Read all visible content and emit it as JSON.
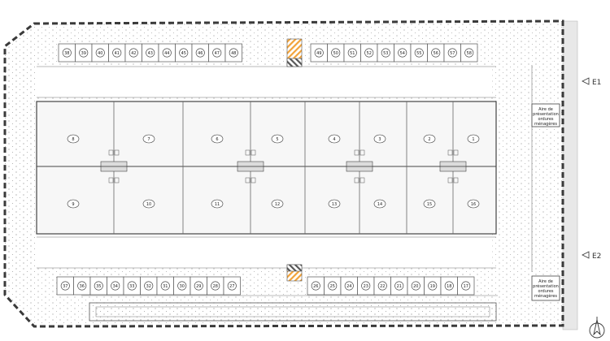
{
  "parking_top_left": [
    "38",
    "39",
    "40",
    "41",
    "42",
    "43",
    "44",
    "45",
    "46",
    "47",
    "48"
  ],
  "parking_top_right": [
    "49",
    "50",
    "51",
    "52",
    "53",
    "54",
    "55",
    "56",
    "57",
    "58"
  ],
  "parking_bottom_left": [
    "37",
    "36",
    "35",
    "34",
    "33",
    "32",
    "31",
    "30",
    "29",
    "28",
    "27"
  ],
  "parking_bottom_right": [
    "26",
    "25",
    "24",
    "23",
    "22",
    "21",
    "20",
    "19",
    "18",
    "17"
  ],
  "units_top": [
    "8",
    "7",
    "6",
    "5",
    "4",
    "3",
    "2",
    "1"
  ],
  "units_bottom": [
    "9",
    "10",
    "11",
    "12",
    "13",
    "14",
    "15",
    "16"
  ],
  "entries": {
    "e1": "E1",
    "e2": "E2"
  },
  "aire_label": {
    "line1": "Aire de",
    "line2": "présentation",
    "line3": "ordures",
    "line4": "ménagères"
  },
  "colors": {
    "boundary": "#3a3a3a",
    "building": "#444444",
    "hatch": "#f2a33a"
  }
}
